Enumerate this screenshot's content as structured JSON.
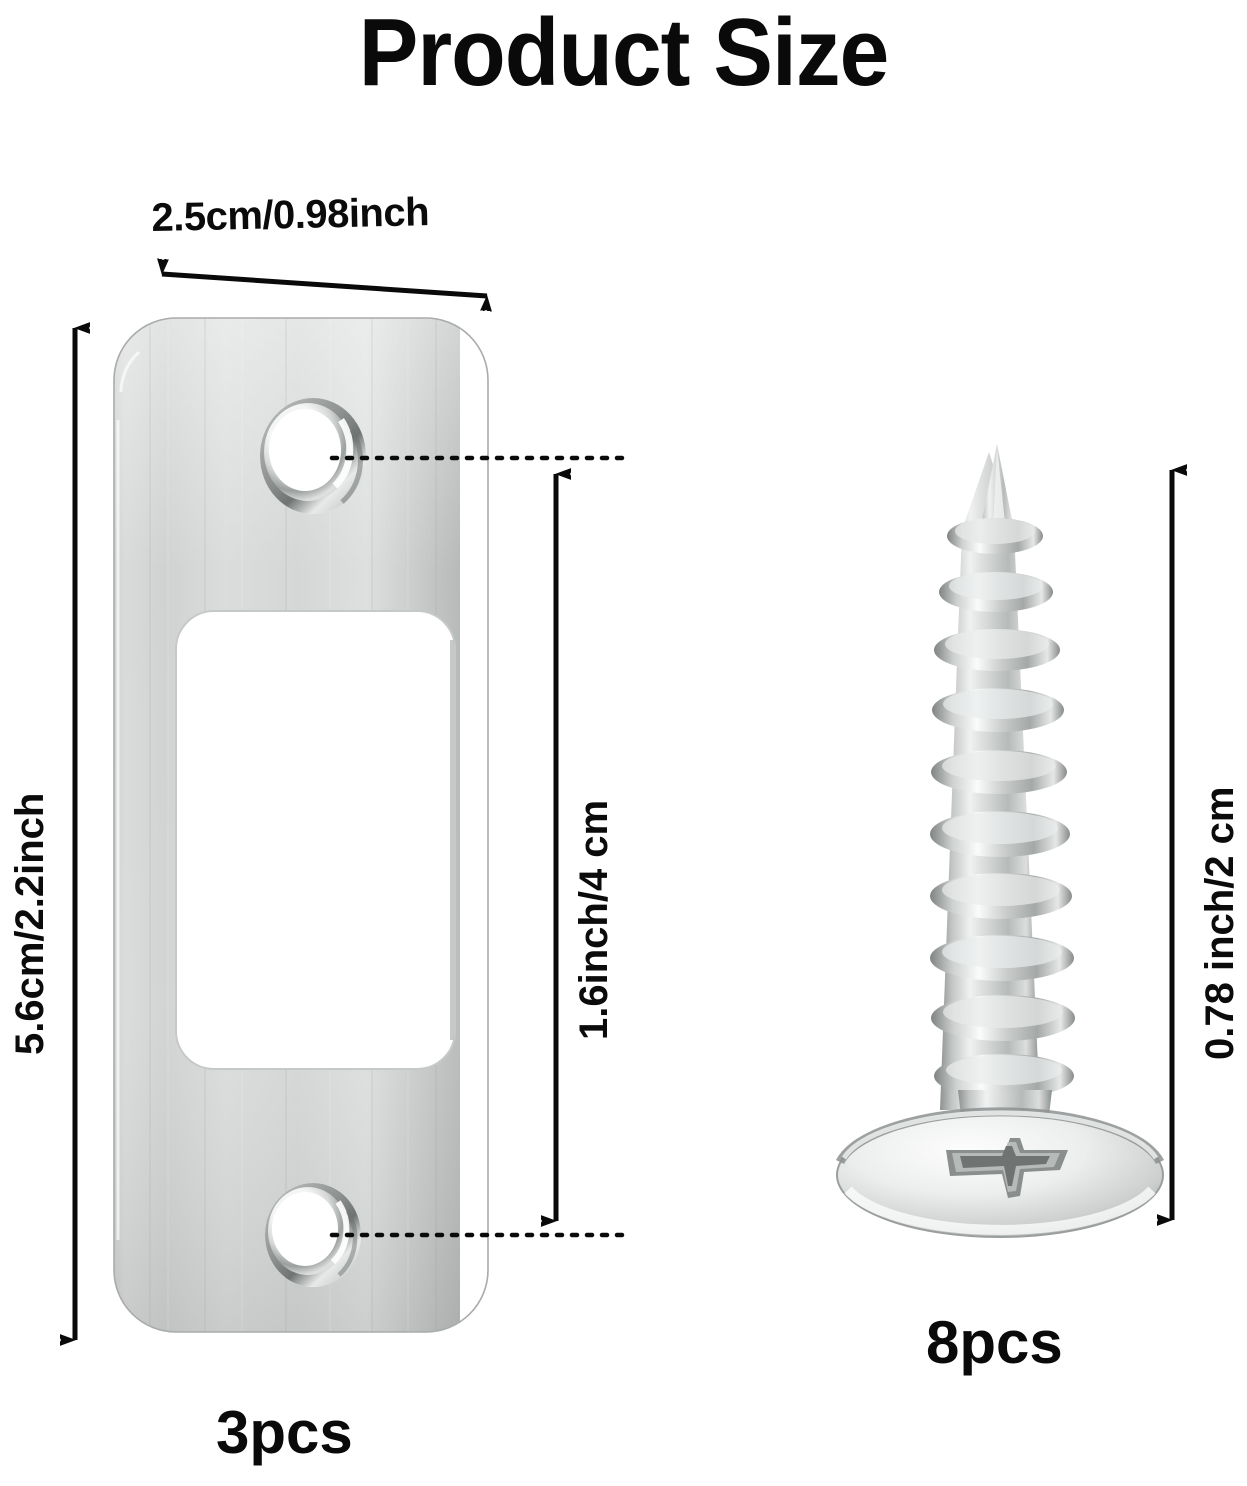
{
  "page": {
    "title": "Product Size",
    "background": "#ffffff",
    "text_color": "#0b0b0b"
  },
  "plate": {
    "name": "stainless steel strike plate",
    "quantity_label": "3pcs",
    "width_label": "2.5cm/0.98inch",
    "height_label": "5.6cm/2.2inch",
    "hole_spacing_label": "1.6inch/4 cm",
    "metal_light": "#f2f3f3",
    "metal_mid": "#c9cbca",
    "metal_dark": "#9fa2a1"
  },
  "screw": {
    "name": "countersunk phillips wood screw",
    "quantity_label": "8pcs",
    "length_label": "0.78 inch/2 cm",
    "metal_light": "#fbfbfb",
    "metal_mid": "#c4c6c6",
    "metal_dark": "#8f9392"
  },
  "annotations": {
    "arrow_color": "#0a0a0a",
    "leader_style": "dotted"
  }
}
